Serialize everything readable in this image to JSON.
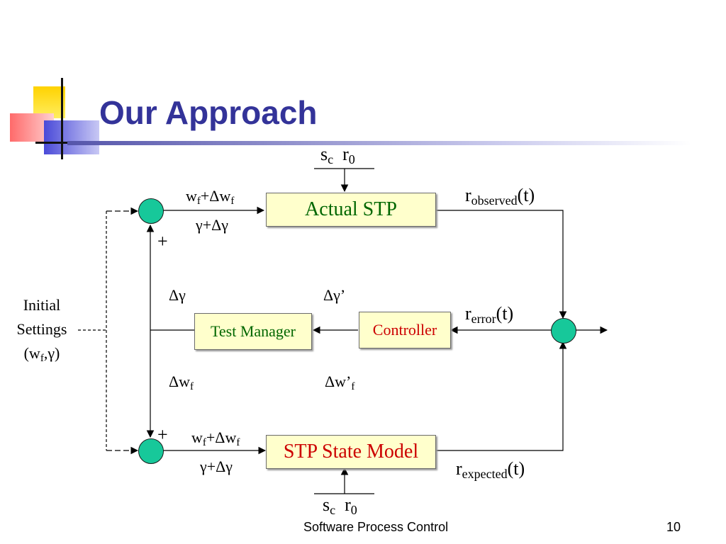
{
  "slide": {
    "title": "Our Approach",
    "footer_text": "Software Process Control",
    "page_number": "10"
  },
  "diagram": {
    "nodes": {
      "actual_stp": "Actual STP",
      "test_manager": "Test Manager",
      "controller": "Controller",
      "stp_state_model": "STP State Model"
    },
    "labels": {
      "initial_settings_line1": "Initial",
      "initial_settings_line2": "Settings",
      "initial_settings_line3_pre": "(w",
      "initial_settings_line3_sub": "f",
      "initial_settings_line3_post": ",γ)",
      "plus_upper": "+",
      "plus_lower": "+",
      "input_top_w": "w",
      "input_top_w_sub": "f",
      "input_top_w_mid": "+Δw",
      "input_top_w_sub2": "f",
      "input_top_gamma": "γ+Δγ",
      "input_bottom_w": "w",
      "input_bottom_w_sub": "f",
      "input_bottom_w_mid": "+Δw",
      "input_bottom_w_sub2": "f",
      "input_bottom_gamma": "γ+Δγ",
      "delta_gamma": "Δγ",
      "delta_gamma_prime": "Δγ’",
      "delta_w": "Δw",
      "delta_w_sub": "f",
      "delta_w_prime": "Δw’",
      "delta_w_prime_sub": "f",
      "sc_top": "s",
      "sc_top_sub": "c",
      "r0_top": "r",
      "r0_top_sub": "0",
      "sc_bottom": "s",
      "sc_bottom_sub": "c",
      "r0_bottom": "r",
      "r0_bottom_sub": "0",
      "r_observed": "r",
      "r_observed_sub": "observed",
      "r_observed_post": "(t)",
      "r_error": "r",
      "r_error_sub": "error",
      "r_error_post": "(t)",
      "r_expected": "r",
      "r_expected_sub": "expected",
      "r_expected_post": "(t)"
    },
    "colors": {
      "title": "#333399",
      "node_fill": "#17c89a",
      "box_fill": "#ffffcc",
      "actual_stp_text": "#006600",
      "test_manager_text": "#006600",
      "controller_text": "#cc0000",
      "stp_state_model_text": "#cc0000"
    }
  }
}
